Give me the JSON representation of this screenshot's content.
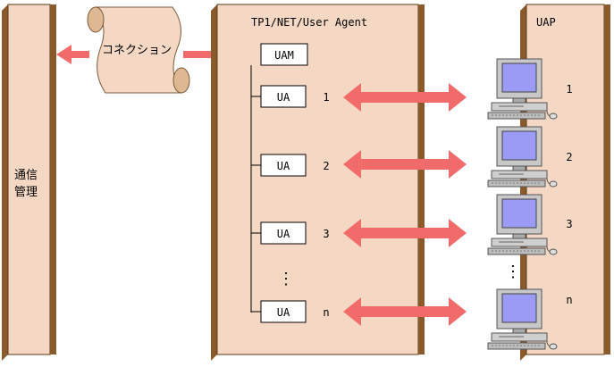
{
  "comm_panel": {
    "label_line1": "通信",
    "label_line2": "管理"
  },
  "connection": {
    "label": "コネクション"
  },
  "agent_panel": {
    "title": "TP1/NET/User Agent",
    "uam_label": "UAM",
    "ua_rows": [
      {
        "box": "UA",
        "index": "1"
      },
      {
        "box": "UA",
        "index": "2"
      },
      {
        "box": "UA",
        "index": "3"
      },
      {
        "box": "UA",
        "index": "n"
      }
    ],
    "ellipsis": "⋮"
  },
  "uap_panel": {
    "title": "UAP",
    "terminals": [
      {
        "index": "1"
      },
      {
        "index": "2"
      },
      {
        "index": "3"
      },
      {
        "index": "n"
      }
    ],
    "ellipsis": "⋮"
  },
  "colors": {
    "panel_fill": "#F4D8C4",
    "panel_side": "#8B5A2B",
    "arrow": "#F26B6B",
    "screen": "#9B9BF5",
    "scroll": "#DDB892"
  }
}
